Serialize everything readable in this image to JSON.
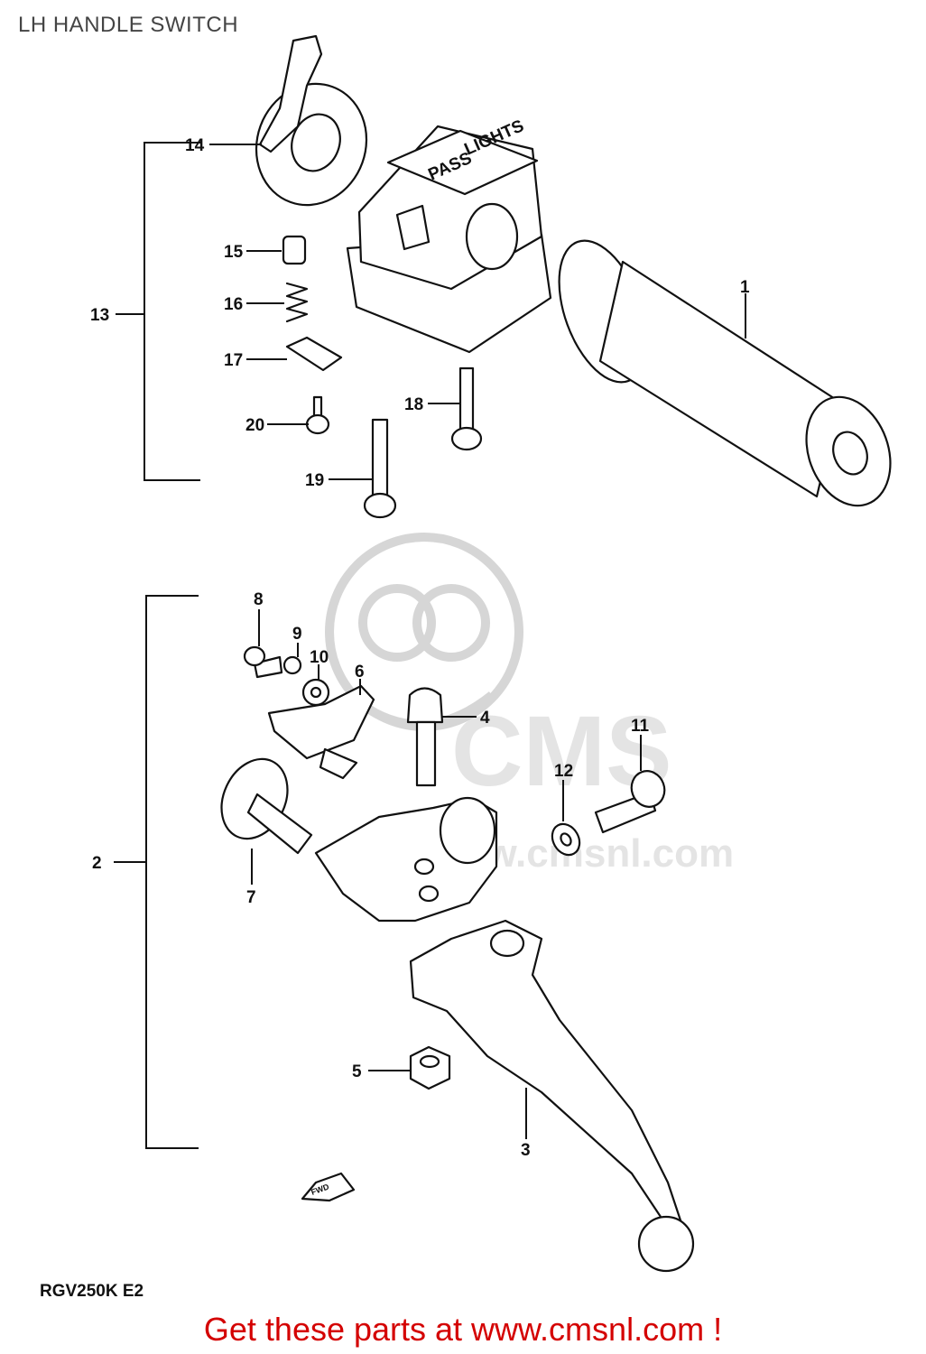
{
  "title": "LH HANDLE SWITCH",
  "model_code": "RGV250K E2",
  "footer_text": "Get these parts at www.cmsnl.com !",
  "watermark_text": "CMS",
  "watermark_url": "www.cmsnl.com",
  "switch_text": [
    "LIGHTS",
    "PASS",
    "FWD"
  ],
  "colors": {
    "footer": "#d40000",
    "line": "#111111",
    "watermark": "#d6d6d6"
  },
  "callouts": [
    {
      "id": "c1",
      "label": "1"
    },
    {
      "id": "c2",
      "label": "2"
    },
    {
      "id": "c3",
      "label": "3"
    },
    {
      "id": "c4",
      "label": "4"
    },
    {
      "id": "c5",
      "label": "5"
    },
    {
      "id": "c6",
      "label": "6"
    },
    {
      "id": "c7",
      "label": "7"
    },
    {
      "id": "c8",
      "label": "8"
    },
    {
      "id": "c9",
      "label": "9"
    },
    {
      "id": "c10",
      "label": "10"
    },
    {
      "id": "c11",
      "label": "11"
    },
    {
      "id": "c12",
      "label": "12"
    },
    {
      "id": "c13",
      "label": "13"
    },
    {
      "id": "c14",
      "label": "14"
    },
    {
      "id": "c15",
      "label": "15"
    },
    {
      "id": "c16",
      "label": "16"
    },
    {
      "id": "c17",
      "label": "17"
    },
    {
      "id": "c18",
      "label": "18"
    },
    {
      "id": "c19",
      "label": "19"
    },
    {
      "id": "c20",
      "label": "20"
    }
  ]
}
